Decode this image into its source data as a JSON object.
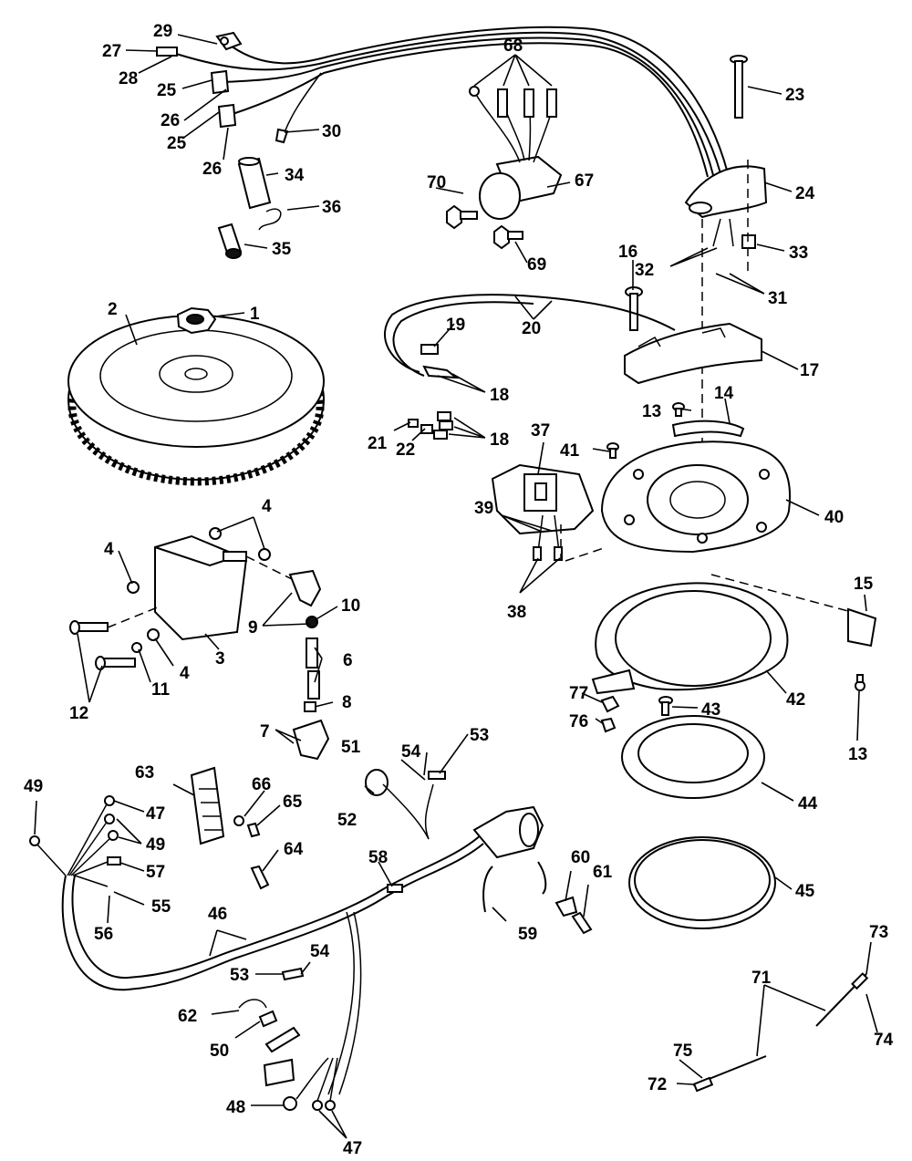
{
  "diagram": {
    "callouts": [
      {
        "id": "c1",
        "text": "1"
      },
      {
        "id": "c2",
        "text": "2"
      },
      {
        "id": "c3",
        "text": "3"
      },
      {
        "id": "c4a",
        "text": "4"
      },
      {
        "id": "c4b",
        "text": "4"
      },
      {
        "id": "c4c",
        "text": "4"
      },
      {
        "id": "c6",
        "text": "6"
      },
      {
        "id": "c7",
        "text": "7"
      },
      {
        "id": "c8",
        "text": "8"
      },
      {
        "id": "c9",
        "text": "9"
      },
      {
        "id": "c10",
        "text": "10"
      },
      {
        "id": "c11",
        "text": "11"
      },
      {
        "id": "c12",
        "text": "12"
      },
      {
        "id": "c13a",
        "text": "13"
      },
      {
        "id": "c13b",
        "text": "13"
      },
      {
        "id": "c14",
        "text": "14"
      },
      {
        "id": "c15",
        "text": "15"
      },
      {
        "id": "c16",
        "text": "16"
      },
      {
        "id": "c17",
        "text": "17"
      },
      {
        "id": "c18a",
        "text": "18"
      },
      {
        "id": "c18b",
        "text": "18"
      },
      {
        "id": "c19",
        "text": "19"
      },
      {
        "id": "c20",
        "text": "20"
      },
      {
        "id": "c21",
        "text": "21"
      },
      {
        "id": "c22",
        "text": "22"
      },
      {
        "id": "c23",
        "text": "23"
      },
      {
        "id": "c24",
        "text": "24"
      },
      {
        "id": "c25a",
        "text": "25"
      },
      {
        "id": "c25b",
        "text": "25"
      },
      {
        "id": "c26a",
        "text": "26"
      },
      {
        "id": "c26b",
        "text": "26"
      },
      {
        "id": "c27",
        "text": "27"
      },
      {
        "id": "c28",
        "text": "28"
      },
      {
        "id": "c29",
        "text": "29"
      },
      {
        "id": "c30",
        "text": "30"
      },
      {
        "id": "c31",
        "text": "31"
      },
      {
        "id": "c32",
        "text": "32"
      },
      {
        "id": "c33",
        "text": "33"
      },
      {
        "id": "c34",
        "text": "34"
      },
      {
        "id": "c35",
        "text": "35"
      },
      {
        "id": "c36",
        "text": "36"
      },
      {
        "id": "c37",
        "text": "37"
      },
      {
        "id": "c38",
        "text": "38"
      },
      {
        "id": "c39",
        "text": "39"
      },
      {
        "id": "c40",
        "text": "40"
      },
      {
        "id": "c41",
        "text": "41"
      },
      {
        "id": "c42",
        "text": "42"
      },
      {
        "id": "c43",
        "text": "43"
      },
      {
        "id": "c44",
        "text": "44"
      },
      {
        "id": "c45",
        "text": "45"
      },
      {
        "id": "c46",
        "text": "46"
      },
      {
        "id": "c47a",
        "text": "47"
      },
      {
        "id": "c47b",
        "text": "47"
      },
      {
        "id": "c48",
        "text": "48"
      },
      {
        "id": "c49a",
        "text": "49"
      },
      {
        "id": "c49b",
        "text": "49"
      },
      {
        "id": "c50",
        "text": "50"
      },
      {
        "id": "c51",
        "text": "51"
      },
      {
        "id": "c52",
        "text": "52"
      },
      {
        "id": "c53a",
        "text": "53"
      },
      {
        "id": "c53b",
        "text": "53"
      },
      {
        "id": "c54a",
        "text": "54"
      },
      {
        "id": "c54b",
        "text": "54"
      },
      {
        "id": "c55",
        "text": "55"
      },
      {
        "id": "c56",
        "text": "56"
      },
      {
        "id": "c57",
        "text": "57"
      },
      {
        "id": "c58",
        "text": "58"
      },
      {
        "id": "c59",
        "text": "59"
      },
      {
        "id": "c60",
        "text": "60"
      },
      {
        "id": "c61",
        "text": "61"
      },
      {
        "id": "c62",
        "text": "62"
      },
      {
        "id": "c63",
        "text": "63"
      },
      {
        "id": "c64",
        "text": "64"
      },
      {
        "id": "c65",
        "text": "65"
      },
      {
        "id": "c66",
        "text": "66"
      },
      {
        "id": "c67",
        "text": "67"
      },
      {
        "id": "c68",
        "text": "68"
      },
      {
        "id": "c69",
        "text": "69"
      },
      {
        "id": "c70",
        "text": "70"
      },
      {
        "id": "c71",
        "text": "71"
      },
      {
        "id": "c72",
        "text": "72"
      },
      {
        "id": "c73",
        "text": "73"
      },
      {
        "id": "c74",
        "text": "74"
      },
      {
        "id": "c75",
        "text": "75"
      },
      {
        "id": "c76",
        "text": "76"
      },
      {
        "id": "c77",
        "text": "77"
      }
    ]
  }
}
